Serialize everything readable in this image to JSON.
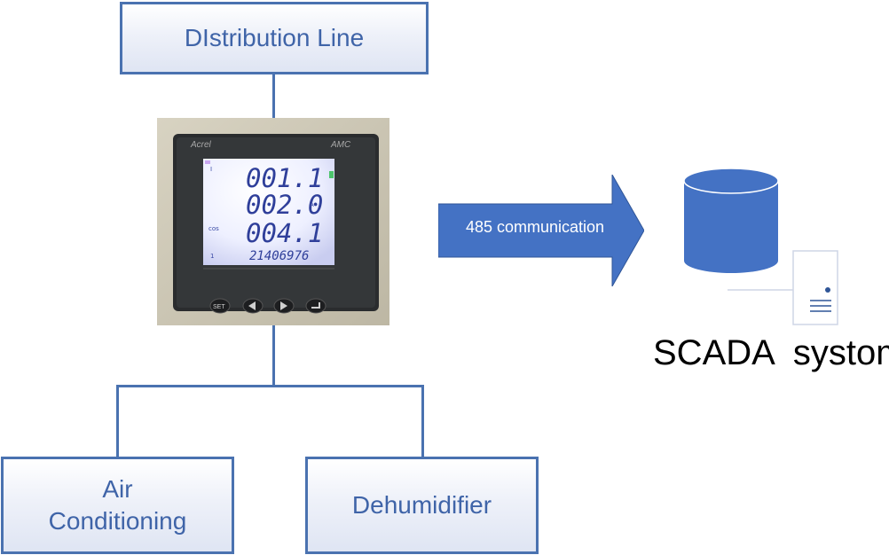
{
  "nodes": {
    "distribution_line": "DIstribution Line",
    "air_conditioning": [
      "Air",
      "Conditioning"
    ],
    "dehumidifier": "Dehumidifier"
  },
  "meter": {
    "brand": "Acrel",
    "model": "AMC",
    "readings": [
      "001.1",
      "002.0",
      "004.1",
      "21406976"
    ],
    "buttons": [
      "SET"
    ]
  },
  "arrow": {
    "label": "485 communication"
  },
  "scada": {
    "label": "SCADA  systom"
  },
  "colors": {
    "accent": "#4a72b0",
    "node_text": "#3f64a8",
    "arrow_fill": "#4472c4",
    "database_fill": "#4472c4"
  },
  "icons": [
    "database-icon",
    "server-icon",
    "power-meter-photo",
    "right-arrow"
  ]
}
